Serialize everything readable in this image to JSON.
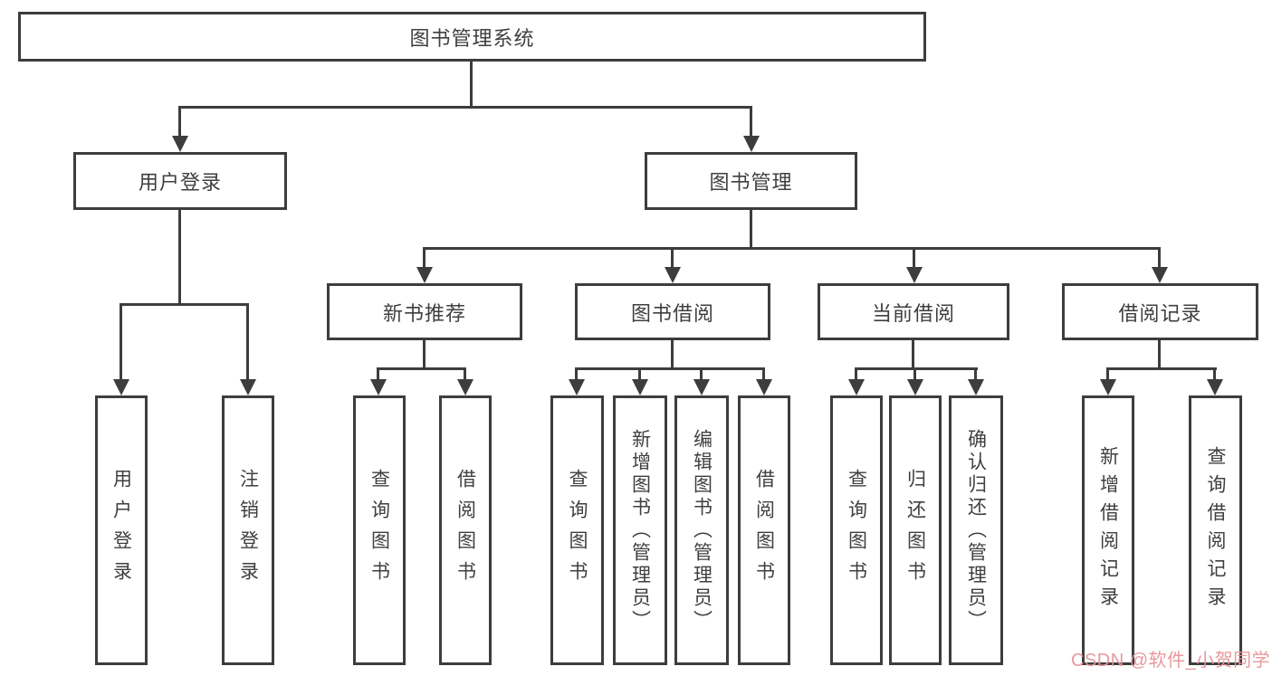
{
  "diagram": {
    "tree": {
      "root": {
        "label": "图书管理系统"
      },
      "branches": [
        {
          "label": "用户登录",
          "children": [
            {
              "label": "用户登录"
            },
            {
              "label": "注销登录"
            }
          ]
        },
        {
          "label": "图书管理",
          "children": [
            {
              "label": "新书推荐",
              "children": [
                {
                  "label": "查询图书"
                },
                {
                  "label": "借阅图书"
                }
              ]
            },
            {
              "label": "图书借阅",
              "children": [
                {
                  "label": "查询图书"
                },
                {
                  "label": "新增图书（管理员）"
                },
                {
                  "label": "编辑图书（管理员）"
                },
                {
                  "label": "借阅图书"
                }
              ]
            },
            {
              "label": "当前借阅",
              "children": [
                {
                  "label": "查询图书"
                },
                {
                  "label": "归还图书"
                },
                {
                  "label": "确认归还（管理员）"
                }
              ]
            },
            {
              "label": "借阅记录",
              "children": [
                {
                  "label": "新增借阅记录"
                },
                {
                  "label": "查询借阅记录"
                }
              ]
            }
          ]
        }
      ]
    },
    "colors": {
      "line": "#3d3d3d",
      "text": "#3f3f3f",
      "box_fill": "#ffffff",
      "background": "#ffffff"
    }
  },
  "watermark": {
    "text": "CSDN @软件_小贺同学",
    "color": "#e89298"
  }
}
